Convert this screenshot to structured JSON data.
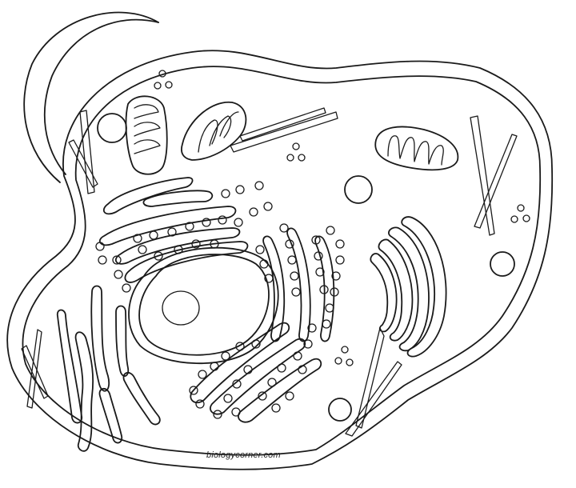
{
  "diagram": {
    "subject": "animal cell",
    "style": "black line drawing, unlabeled",
    "caption": "biologycorner.com",
    "colors": {
      "line": "#1a1a1a",
      "background": "#ffffff"
    },
    "structures": [
      "cell-membrane",
      "flagellum",
      "nucleus",
      "nucleolus",
      "rough-endoplasmic-reticulum",
      "ribosomes",
      "smooth-endoplasmic-reticulum",
      "golgi-apparatus",
      "mitochondria",
      "lysosomes",
      "vesicles",
      "centrioles",
      "microtubules"
    ]
  }
}
